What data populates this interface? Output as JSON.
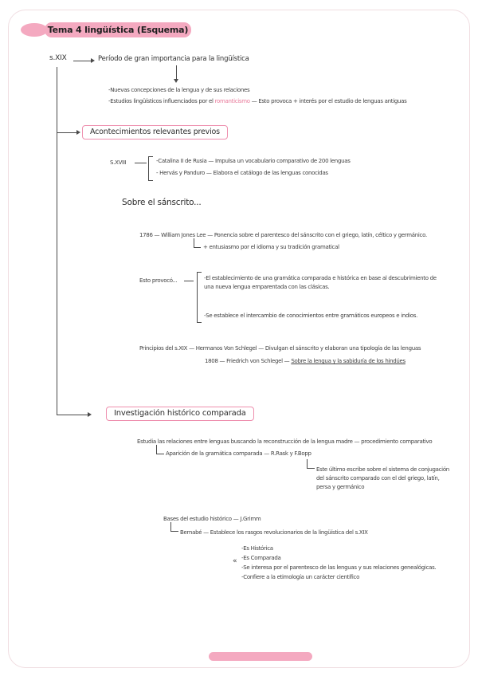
{
  "page": {
    "title": "Tema 4 lingüística (Esquema)"
  },
  "root": {
    "label": "s.XIX",
    "heading": "Período de gran importancia para la lingüística",
    "note1": "-Nuevas concepciones de la lengua y de sus relaciones",
    "note2_pre": "-Estudios lingüísticos influenciados por el ",
    "note2_highlight": "romanticismo",
    "note2_post": " —  Esto provoca + interés por el estudio de lenguas antiguas"
  },
  "section1": {
    "title": "Acontecimientos relevantes previos",
    "sxviii": {
      "label": "S.XVIII",
      "items": [
        "-Catalina II de Rusia — Impulsa un vocabulario comparativo de 200 lenguas",
        "- Hervás y Panduro — Elabora el catálogo de las lenguas conocidas"
      ]
    },
    "sanskrit_header": "Sobre el sánscrito...",
    "jones": "1786 — William Jones Lee — Ponencia sobre el parentesco del sánscrito con el griego, latín, céltico y germánico.",
    "jones_sub": "+ entusiasmo por el idioma y su tradición gramatical",
    "provoco_label": "Esto provocó...",
    "provoco_items": [
      "-El establecimiento de una gramática comparada e histórica en base al descubrimiento de una nueva lengua emparentada con las clásicas.",
      "-Se establece el intercambio de conocimientos entre gramáticos europeos e indios."
    ],
    "schlegel": "Principios del s.XIX — Hermanos Von Schlegel — Divulgan el sánscrito y elaboran una tipología de las lenguas",
    "schlegel_1808_pre": "1808 — Friedrich von Schlegel — ",
    "schlegel_1808_title": "Sobre la lengua y la sabiduría de los hindúes"
  },
  "section2": {
    "title": "Investigación histórico comparada",
    "intro": "Estudia las relaciones entre lenguas buscando la reconstrucción de la lengua madre — procedimiento comparativo",
    "gramatica": "Aparición de la gramática comparada — R.Rask y F.Bopp",
    "bopp_note": "Este último escribe sobre el sistema de conjugación del sánscrito comparado con el del griego, latín, persa y germánico",
    "bases": "Bases del estudio histórico — J.Grimm",
    "bernabe": "Bernabé — Establece los rasgos revolucionarios de la lingüística del s.XIX",
    "rasgos_bracket": "«",
    "rasgos": [
      "-Es Histórica",
      "-Es Comparada",
      "-Se interesa por el parentesco de las lenguas y sus relaciones genealógicas.",
      "-Confiere a la etimología un carácter científico"
    ]
  }
}
